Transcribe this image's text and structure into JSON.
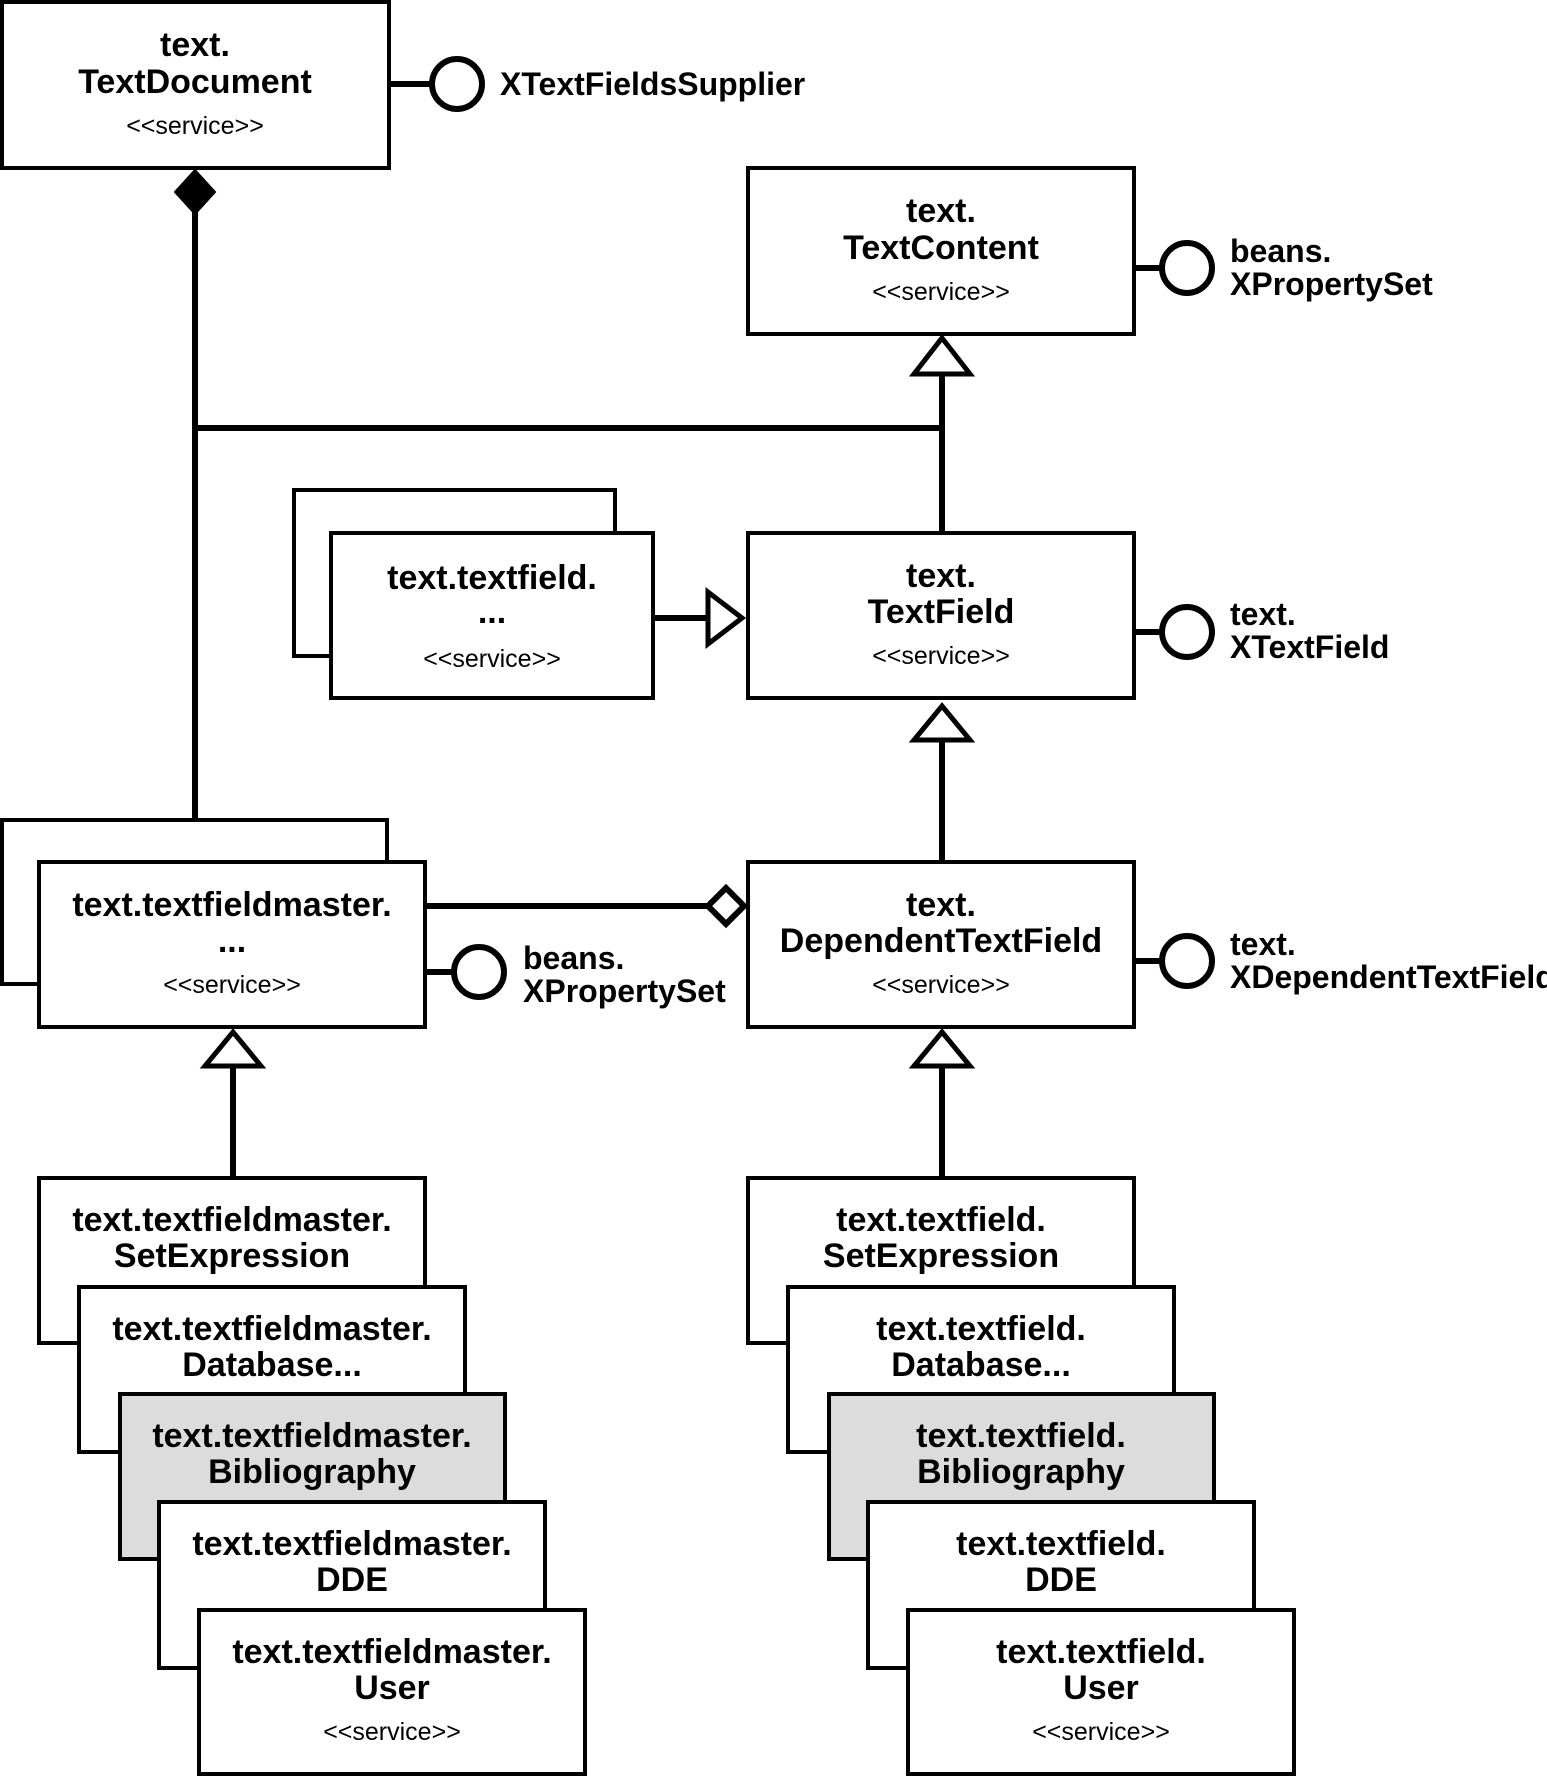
{
  "services": {
    "text_document": {
      "line1": "text.",
      "line2": "TextDocument",
      "stereotype": "<<service>>"
    },
    "text_content": {
      "line1": "text.",
      "line2": "TextContent",
      "stereotype": "<<service>>"
    },
    "text_field": {
      "line1": "text.",
      "line2": "TextField",
      "stereotype": "<<service>>"
    },
    "textfield_generic": {
      "line1": "text.textfield.",
      "line2": "...",
      "stereotype": "<<service>>"
    },
    "textfieldmaster_generic": {
      "line1": "text.textfieldmaster.",
      "line2": "...",
      "stereotype": "<<service>>"
    },
    "dependent_text_field": {
      "line1": "text.",
      "line2": "DependentTextField",
      "stereotype": "<<service>>"
    }
  },
  "interfaces": {
    "text_fields_supplier": {
      "line1": "XTextFieldsSupplier"
    },
    "content_property_set": {
      "line1": "beans.",
      "line2": "XPropertySet"
    },
    "x_text_field": {
      "line1": "text.",
      "line2": "XTextField"
    },
    "master_property_set": {
      "line1": "beans.",
      "line2": "XPropertySet"
    },
    "x_dependent_text_field": {
      "line1": "text.",
      "line2": "XDependentTextField"
    }
  },
  "master_stack": [
    {
      "line1": "text.textfieldmaster.",
      "line2": "SetExpression",
      "highlighted": false
    },
    {
      "line1": "text.textfieldmaster.",
      "line2": "Database...",
      "highlighted": false
    },
    {
      "line1": "text.textfieldmaster.",
      "line2": "Bibliography",
      "highlighted": true
    },
    {
      "line1": "text.textfieldmaster.",
      "line2": "DDE",
      "highlighted": false
    },
    {
      "line1": "text.textfieldmaster.",
      "line2": "User",
      "stereotype": "<<service>>",
      "highlighted": false
    }
  ],
  "field_stack": [
    {
      "line1": "text.textfield.",
      "line2": "SetExpression",
      "highlighted": false
    },
    {
      "line1": "text.textfield.",
      "line2": "Database...",
      "highlighted": false
    },
    {
      "line1": "text.textfield.",
      "line2": "Bibliography",
      "highlighted": true
    },
    {
      "line1": "text.textfield.",
      "line2": "DDE",
      "highlighted": false
    },
    {
      "line1": "text.textfield.",
      "line2": "User",
      "stereotype": "<<service>>",
      "highlighted": false
    }
  ]
}
